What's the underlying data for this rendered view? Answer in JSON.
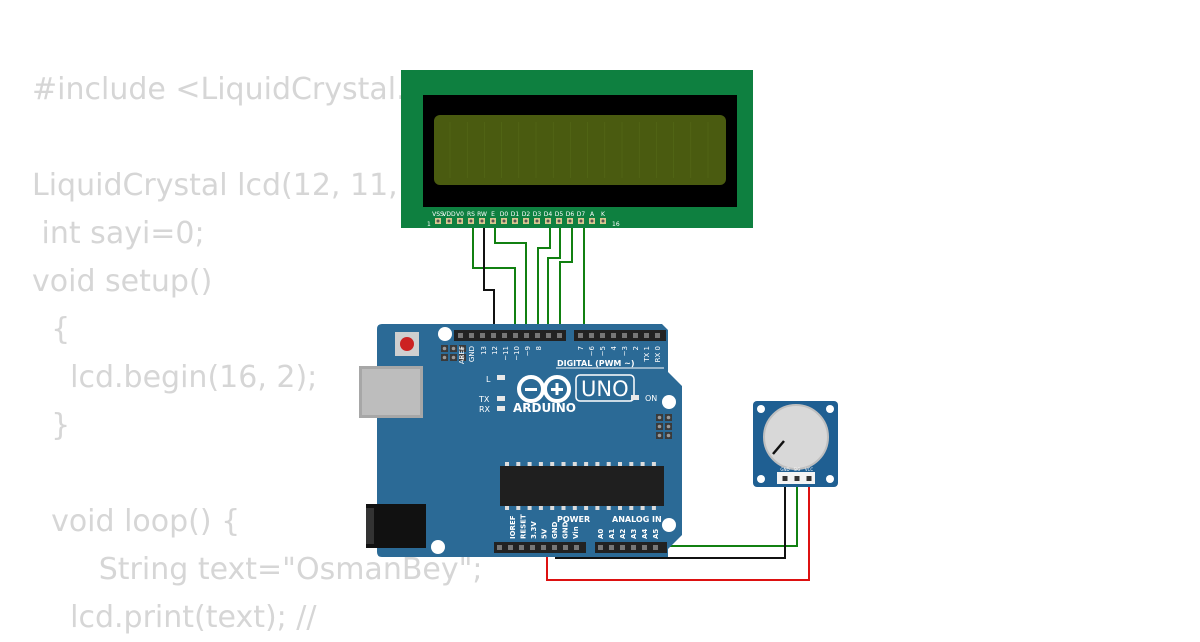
{
  "code_lines": [
    "#include <LiquidCrystal.h>",
    "",
    "LiquidCrystal lcd(12, 11, 5, 4, 3, 2);",
    " int sayi=0;",
    "void setup()",
    "  {",
    "    lcd.begin(16, 2);",
    "  }",
    "",
    "  void loop() {",
    "       String text=\"OsmanBey\";",
    "    lcd.print(text); //"
  ],
  "lcd": {
    "pin_labels": [
      "VSS",
      "VDD",
      "V0",
      "RS",
      "RW",
      "E",
      "D0",
      "D1",
      "D2",
      "D3",
      "D4",
      "D5",
      "D6",
      "D7",
      "A",
      "K"
    ],
    "pin_first": "1",
    "pin_last": "16",
    "colors": {
      "board": "#0e8040",
      "bezel": "#000000",
      "screen": "#4a5b10"
    }
  },
  "arduino": {
    "brand": "ARDUINO",
    "model": "UNO",
    "digital_label": "DIGITAL (PWM ~)",
    "digital_pins": [
      "AREF",
      "GND",
      "13",
      "12",
      "~11",
      "~10",
      "~9",
      "8",
      "7",
      "~6",
      "~5",
      "4",
      "~3",
      "2",
      "TX 1",
      "RX 0"
    ],
    "led_labels": {
      "l": "L",
      "tx": "TX",
      "rx": "RX",
      "on": "ON"
    },
    "power_label": "POWER",
    "analog_label": "ANALOG IN",
    "power_pins": [
      "IOREF",
      "RESET",
      "3.3V",
      "5V",
      "GND",
      "GND",
      "Vin"
    ],
    "analog_pins": [
      "A0",
      "A1",
      "A2",
      "A3",
      "A4",
      "A5"
    ],
    "colors": {
      "board": "#2b6a96",
      "header": "#222222"
    }
  },
  "potentiometer": {
    "pin_labels": [
      "GND",
      "SIG",
      "VCC"
    ],
    "colors": {
      "board": "#1f5f92",
      "knob": "#d8d8d8"
    }
  },
  "wire_colors": {
    "signal": "#118011",
    "ground": "#111111",
    "power": "#dd1111"
  }
}
